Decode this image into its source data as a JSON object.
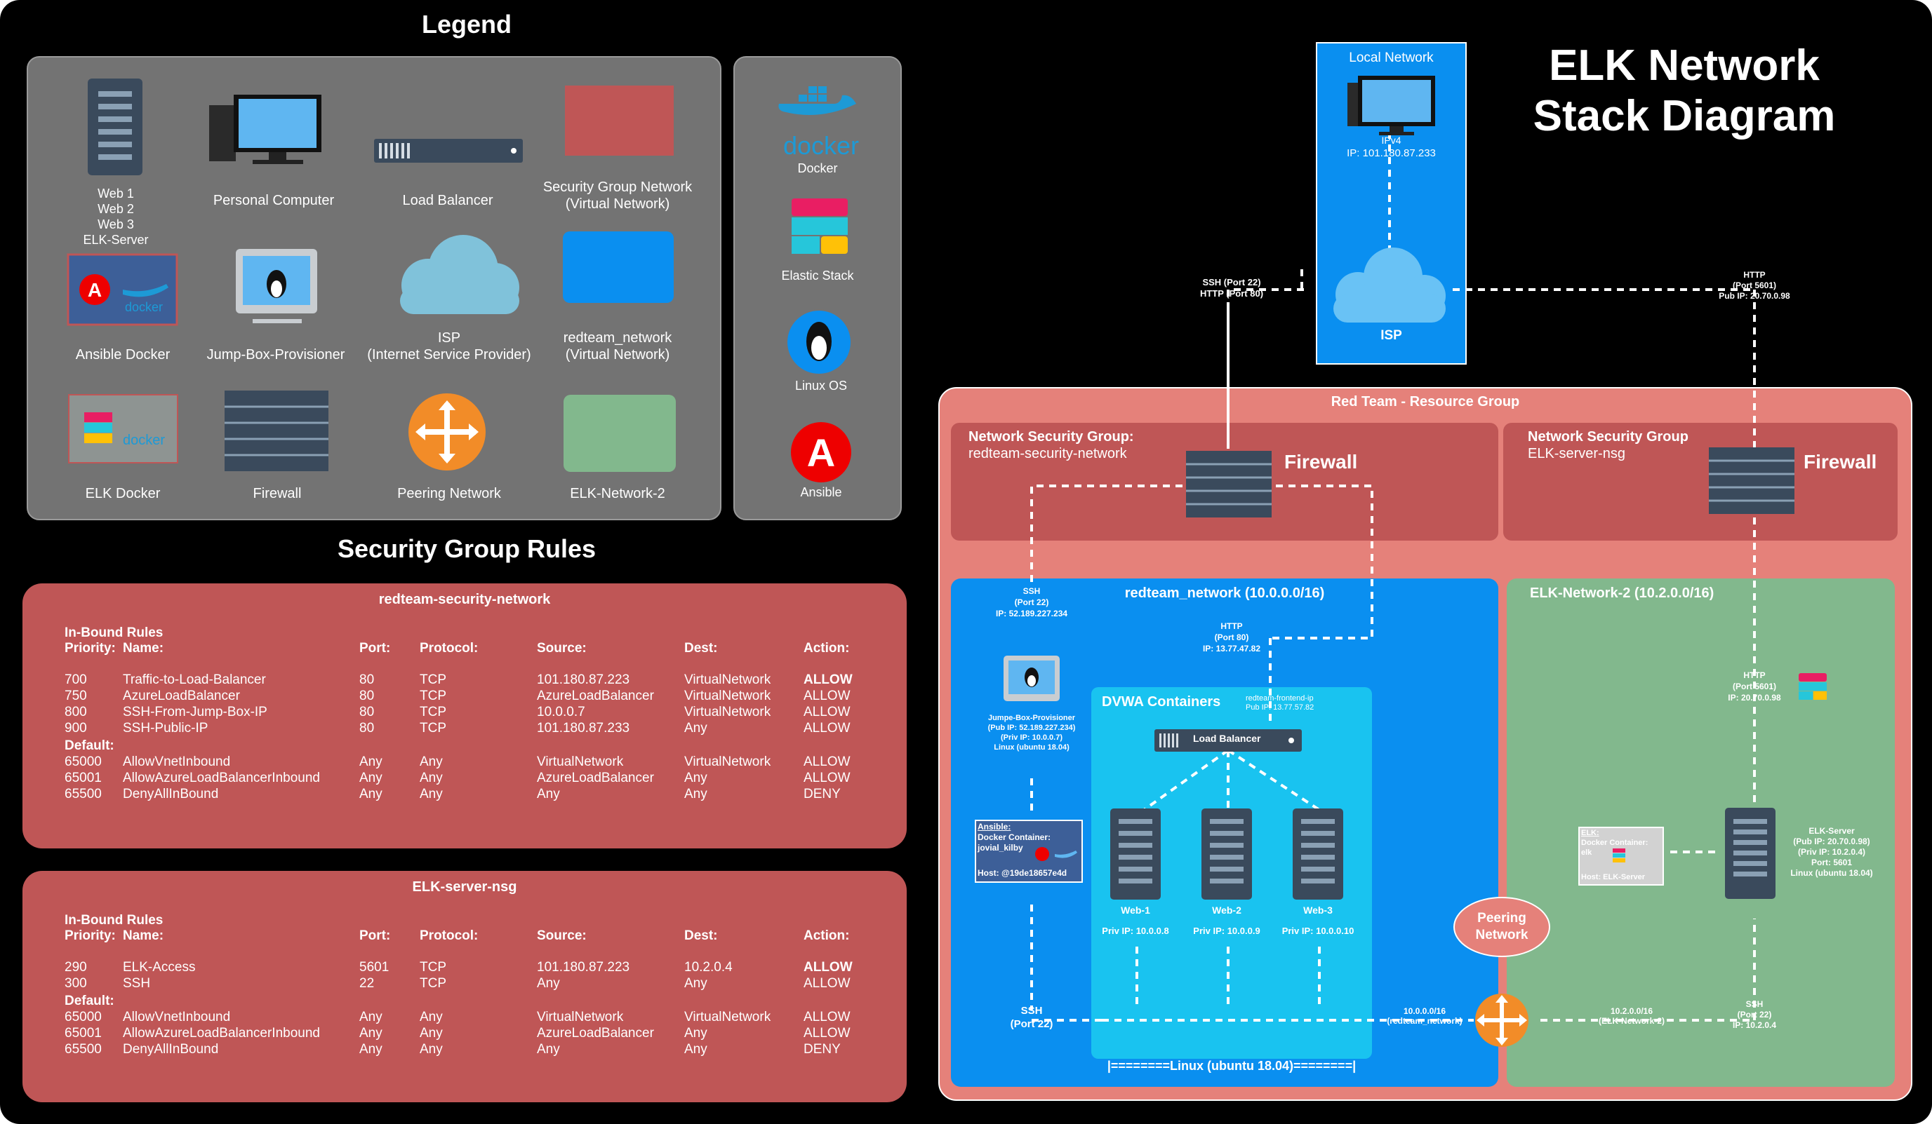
{
  "legend": {
    "title": "Legend",
    "items": {
      "server": "Web 1\nWeb 2\nWeb 3\nELK-Server",
      "pc": "Personal Computer",
      "lb": "Load Balancer",
      "sgn": "Security Group Network\n(Virtual Network)",
      "ansible_docker": "Ansible Docker",
      "jumpbox": "Jump-Box-Provisioner",
      "isp": "ISP\n(Internet Service Provider)",
      "redteam_net": "redteam_network\n(Virtual Network)",
      "elk_docker": "ELK Docker",
      "firewall": "Firewall",
      "peering": "Peering Network",
      "elk_net2": "ELK-Network-2",
      "docker": "Docker",
      "elastic": "Elastic Stack",
      "linux": "Linux OS",
      "ansible": "Ansible"
    }
  },
  "title": "ELK Network\nStack Diagram",
  "sg_rules": {
    "title": "Security Group Rules",
    "headers": {
      "inbound": "In-Bound Rules",
      "priority": "Priority:",
      "name": "Name:",
      "port": "Port:",
      "protocol": "Protocol:",
      "source": "Source:",
      "dest": "Dest:",
      "action": "Action:",
      "default": "Default:"
    },
    "tables": [
      {
        "name": "redteam-security-network",
        "rules": [
          [
            "700",
            "Traffic-to-Load-Balancer",
            "80",
            "TCP",
            "101.180.87.223",
            "VirtualNetwork",
            "ALLOW"
          ],
          [
            "750",
            "AzureLoadBalancer",
            "80",
            "TCP",
            "AzureLoadBalancer",
            "VirtualNetwork",
            "ALLOW"
          ],
          [
            "800",
            "SSH-From-Jump-Box-IP",
            "80",
            "TCP",
            "10.0.0.7",
            "VirtualNetwork",
            "ALLOW"
          ],
          [
            "900",
            "SSH-Public-IP",
            "80",
            "TCP",
            "101.180.87.233",
            "Any",
            "ALLOW"
          ]
        ],
        "defaults": [
          [
            "65000",
            "AllowVnetInbound",
            "Any",
            "Any",
            "VirtualNetwork",
            "VirtualNetwork",
            "ALLOW"
          ],
          [
            "65001",
            "AllowAzureLoadBalancerInbound",
            "Any",
            "Any",
            "AzureLoadBalancer",
            "Any",
            "ALLOW"
          ],
          [
            "65500",
            "DenyAllInBound",
            "Any",
            "Any",
            "Any",
            "Any",
            "DENY"
          ]
        ]
      },
      {
        "name": "ELK-server-nsg",
        "rules": [
          [
            "290",
            "ELK-Access",
            "5601",
            "TCP",
            "101.180.87.223",
            "10.2.0.4",
            "ALLOW"
          ],
          [
            "300",
            "SSH",
            "22",
            "TCP",
            "Any",
            "Any",
            "ALLOW"
          ]
        ],
        "defaults": [
          [
            "65000",
            "AllowVnetInbound",
            "Any",
            "Any",
            "VirtualNetwork",
            "VirtualNetwork",
            "ALLOW"
          ],
          [
            "65001",
            "AllowAzureLoadBalancerInbound",
            "Any",
            "Any",
            "AzureLoadBalancer",
            "Any",
            "ALLOW"
          ],
          [
            "65500",
            "DenyAllInBound",
            "Any",
            "Any",
            "Any",
            "Any",
            "DENY"
          ]
        ]
      }
    ]
  },
  "local_network": {
    "title": "Local Network",
    "ipv4": "IPv4",
    "ip": "IP: 101.180.87.233",
    "isp": "ISP"
  },
  "links": {
    "ssh_http": "SSH (Port 22)\nHTTP (Port 80)",
    "http_5601": "HTTP\n(Port 5601)\nPub IP: 20.70.0.98",
    "ssh_jump": "SSH\n(Port 22)\nIP: 52.189.227.234",
    "http_lb": "HTTP\n(Port 80)\nIP: 13.77.47.82",
    "http_elk": "HTTP\n(Port 5601)\nIP: 20.70.0.98",
    "ssh_bottom": "SSH\n(Port 22)",
    "peer_left": "10.0.0.0/16\n(redteam_network)",
    "peer_right": "10.2.0.0/16\n(ELK-Network-2)",
    "ssh_elk": "SSH\n(Port 22)\nIP: 10.2.0.4"
  },
  "resource_group": {
    "title": "Red Team - Resource Group",
    "nsg1": {
      "title": "Network Security Group:",
      "name": "redteam-security-network",
      "fw": "Firewall"
    },
    "nsg2": {
      "title": "Network Security Group",
      "name": "ELK-server-nsg",
      "fw": "Firewall"
    }
  },
  "redteam_network": {
    "title": "redteam_network (10.0.0.0/16)",
    "jumpbox": "Jumpe-Box-Provisioner\n(Pub IP: 52.189.227.234)\n(Priv IP: 10.0.0.7)\nLinux (ubuntu 18.04)",
    "ansible": {
      "label": "Ansible:",
      "container": "Docker Container:",
      "name": "jovial_kilby",
      "host": "Host: @19de18657e4d"
    },
    "dvwa": {
      "title": "DVWA Containers",
      "frontend": "redteam-frontend-ip\nPub IP: 13.77.57.82",
      "lb": "Load Balancer",
      "webs": [
        {
          "name": "Web-1",
          "ip": "Priv IP: 10.0.0.8"
        },
        {
          "name": "Web-2",
          "ip": "Priv IP: 10.0.0.9"
        },
        {
          "name": "Web-3",
          "ip": "Priv IP: 10.0.0.10"
        }
      ],
      "footer": "|========Linux (ubuntu 18.04)========|"
    }
  },
  "elk_network": {
    "title": "ELK-Network-2 (10.2.0.0/16)",
    "elk_box": {
      "label": "ELK:",
      "container": "Docker Container:",
      "name": "elk",
      "host": "Host: ELK-Server"
    },
    "server": "ELK-Server\n(Pub IP: 20.70.0.98)\n(Priv IP: 10.2.0.4)\nPort: 5601\nLinux (ubuntu 18.04)"
  },
  "peering": "Peering\nNetwork",
  "colors": {
    "red": "#bf5656",
    "salmon": "#e5817a",
    "blue": "#0a8ff0",
    "green": "#82b88d",
    "grey": "#737373",
    "cyan": "#19c3f0"
  }
}
